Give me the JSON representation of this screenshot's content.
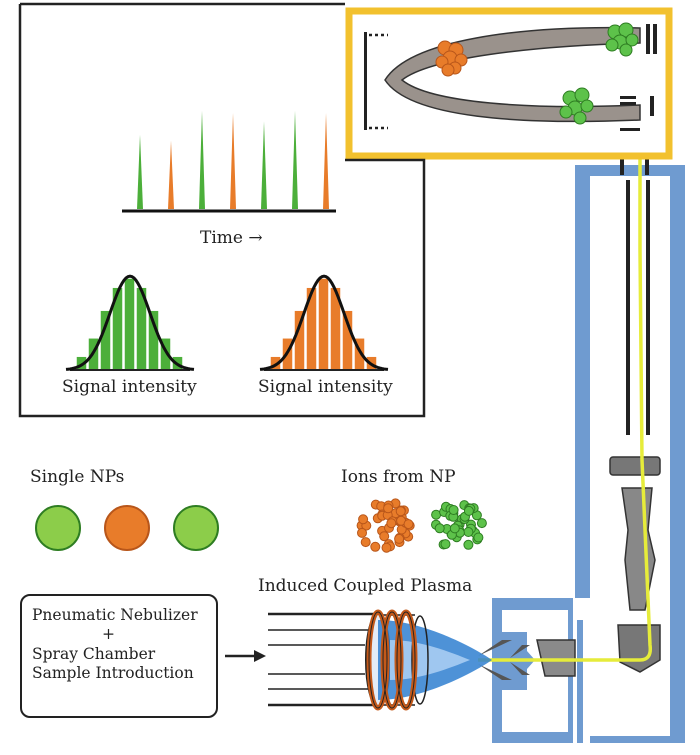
{
  "labels": {
    "time": "Time →",
    "signal_intensity_green": "Signal intensity",
    "signal_intensity_orange": "Signal intensity",
    "single_nps": "Single NPs",
    "ions_from_np": "Ions from NP",
    "icp": "Induced Coupled Plasma"
  },
  "nebulizer": {
    "line1": "Pneumatic Nebulizer",
    "line2": "+",
    "line3": "Spray Chamber",
    "line4": "Sample Introduction"
  },
  "colors": {
    "green": "#4caf3a",
    "green_dark": "#2e7d22",
    "orange": "#e87c2a",
    "orange_dark": "#b8561a",
    "yellow_frame": "#f2c12e",
    "blue_body": "#6f9bd0",
    "beam": "#e6ec3a",
    "gray_arc": "#9a928c"
  },
  "spikes": [
    {
      "color": "green",
      "height": 0.62
    },
    {
      "color": "orange",
      "height": 0.57
    },
    {
      "color": "green",
      "height": 0.82
    },
    {
      "color": "orange",
      "height": 0.8
    },
    {
      "color": "green",
      "height": 0.73
    },
    {
      "color": "green",
      "height": 0.82
    },
    {
      "color": "orange",
      "height": 0.8
    }
  ],
  "histograms": {
    "green_bins": [
      0.15,
      0.35,
      0.65,
      0.9,
      1.0,
      0.9,
      0.65,
      0.35,
      0.15
    ],
    "orange_bins": [
      0.15,
      0.35,
      0.65,
      0.9,
      1.0,
      0.9,
      0.65,
      0.35,
      0.15
    ]
  },
  "single_np_colors": [
    "green",
    "orange",
    "green"
  ]
}
